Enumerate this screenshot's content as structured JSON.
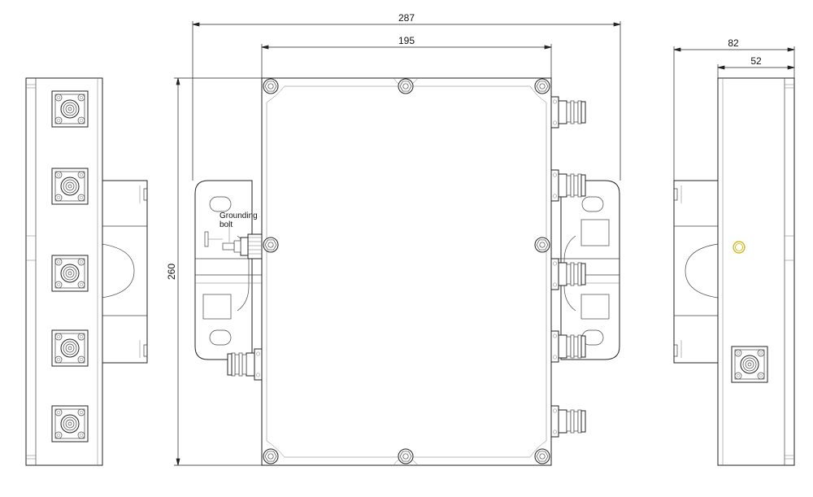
{
  "dimensions": {
    "overall_width": "287",
    "body_width": "195",
    "height": "260",
    "side_depth_total": "82",
    "side_depth_body": "52"
  },
  "annotations": {
    "grounding_line1": "Grounding",
    "grounding_line2": "bolt"
  },
  "colors": {
    "line": "#222222",
    "accent_bolt": "#c8b400"
  }
}
